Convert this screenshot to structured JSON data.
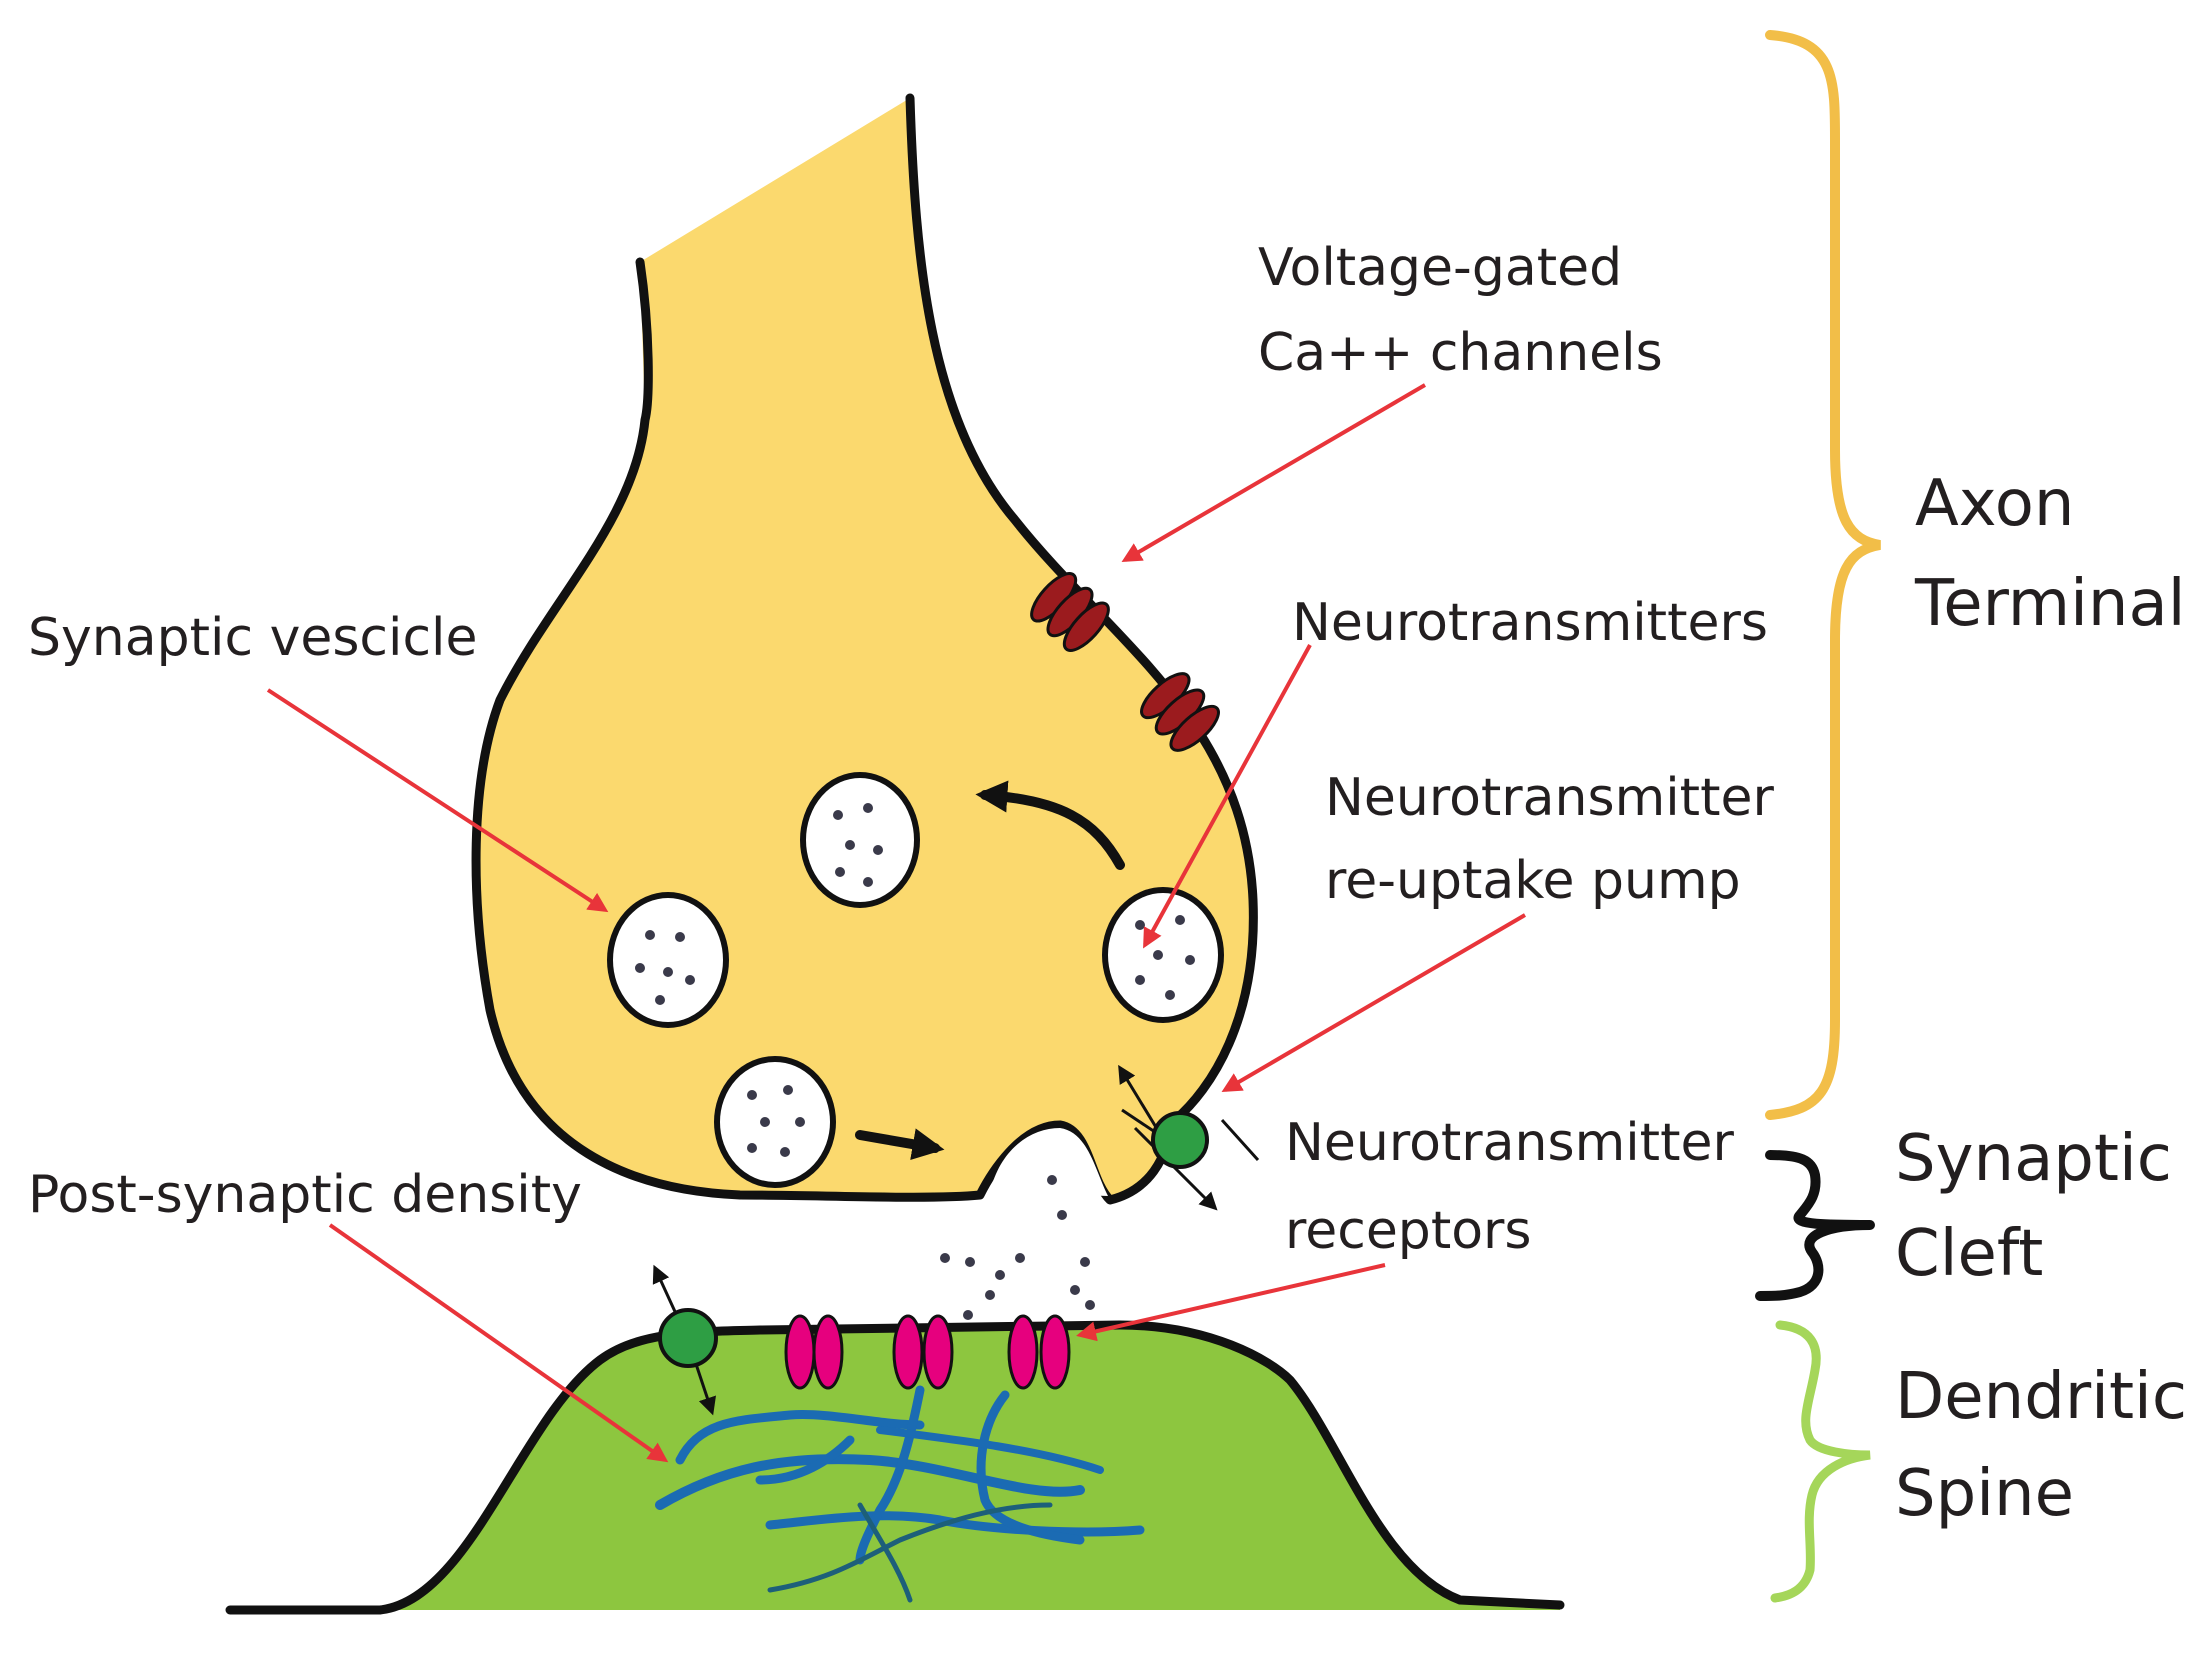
{
  "labels": {
    "voltage_gated_line1": "Voltage-gated",
    "voltage_gated_line2": "Ca++ channels",
    "axon_line1": "Axon",
    "axon_line2": "Terminal",
    "neurotransmitters": "Neurotransmitters",
    "synaptic_vesicle": "Synaptic vescicle",
    "reuptake_line1": "Neurotransmitter",
    "reuptake_line2": "re-uptake pump",
    "receptors_line1": "Neurotransmitter",
    "receptors_line2": "receptors",
    "cleft_line1": "Synaptic",
    "cleft_line2": "Cleft",
    "psd": "Post-synaptic density",
    "spine_line1": "Dendritic",
    "spine_line2": "Spine"
  },
  "colors": {
    "axon_fill": "#fbd96e",
    "spine_fill": "#8dc63f",
    "membrane": "#111111",
    "ca_channel": "#9b1b1e",
    "receptor": "#e6007e",
    "pump": "#2e9e44",
    "psd_fiber": "#1b6bb3",
    "psd_fiber_dark": "#1d5f7a",
    "label_arrow": "#e8343a",
    "brace_axon": "#f2be48",
    "brace_cleft": "#111111",
    "brace_spine": "#a5d65a"
  }
}
